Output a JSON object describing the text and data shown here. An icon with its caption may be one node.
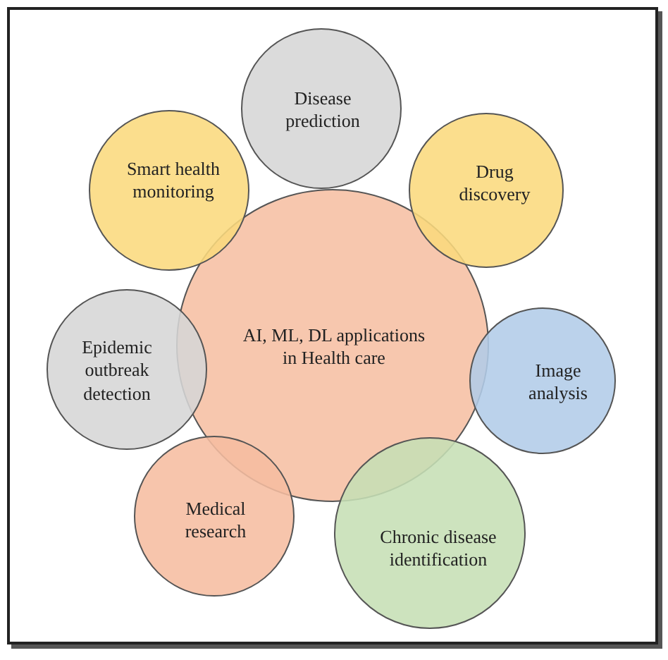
{
  "diagram": {
    "nodes": [
      {
        "text": [
          "Disease prediction"
        ]
      },
      {
        "text": [
          "Smart health monitoring"
        ]
      },
      {
        "text": [
          "Drug discovery"
        ]
      },
      {
        "text": [
          "AI, ML, DL applications in Health care"
        ]
      },
      {
        "text": [
          "Epidemic outbreak detection"
        ]
      },
      {
        "text": [
          "Image analysis"
        ]
      },
      {
        "text": [
          "Medical research"
        ]
      },
      {
        "text": [
          "Chronic disease identification"
        ]
      }
    ]
  }
}
